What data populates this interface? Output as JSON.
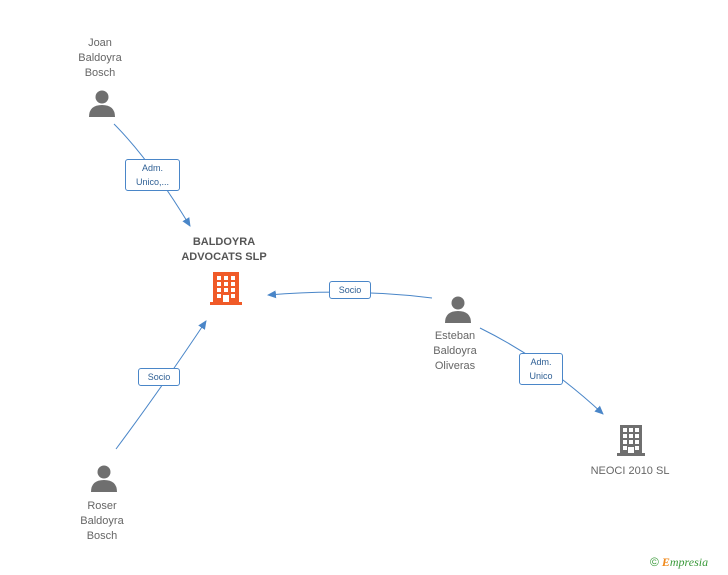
{
  "nodes": {
    "joan": {
      "label": "Joan\nBaldoyra\nBosch",
      "type": "person"
    },
    "baldoyra_advocats": {
      "label": "BALDOYRA\nADVOCATS SLP",
      "type": "company"
    },
    "esteban": {
      "label": "Esteban\nBaldoyra\nOliveras",
      "type": "person"
    },
    "roser": {
      "label": "Roser\nBaldoyra\nBosch",
      "type": "person"
    },
    "neoci": {
      "label": "NEOCI 2010 SL",
      "type": "company"
    }
  },
  "edges": {
    "joan_to_baldoyra": "Adm.\nUnico,...",
    "esteban_to_baldoyra": "Socio",
    "roser_to_baldoyra": "Socio",
    "esteban_to_neoci": "Adm.\nUnico"
  },
  "brand": {
    "copyright": "©",
    "initial": "E",
    "rest": "mpresia"
  },
  "colors": {
    "person_icon": "#6f6f6f",
    "company_main_icon": "#f05a28",
    "company_other_icon": "#6f6f6f",
    "edge_line": "#4a86c8",
    "edge_label_border": "#4a86c8"
  }
}
